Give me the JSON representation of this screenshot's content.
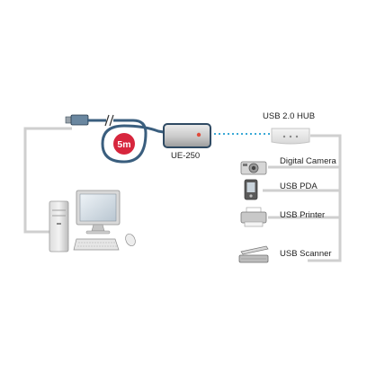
{
  "cable": {
    "length_label": "5m",
    "model_label": "UE-250"
  },
  "hub": {
    "label": "USB 2.0 HUB"
  },
  "devices": [
    {
      "label": "Digital Camera",
      "icon": "camera-icon"
    },
    {
      "label": "USB PDA",
      "icon": "pda-icon"
    },
    {
      "label": "USB Printer",
      "icon": "printer-icon"
    },
    {
      "label": "USB Scanner",
      "icon": "scanner-icon"
    }
  ],
  "colors": {
    "wire": "#cfcfcf",
    "cable": "#3a5e7e",
    "loop_badge": "#d7263d",
    "link": "#3aa9d6"
  }
}
